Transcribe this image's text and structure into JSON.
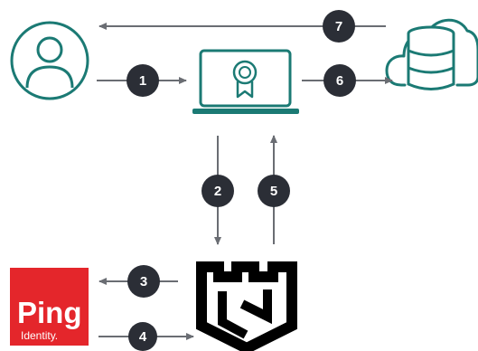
{
  "colors": {
    "teal": "#1b7a74",
    "badge": "#2b2e36",
    "arrow": "#6a6d73",
    "ping_red": "#e4262b",
    "guard_black": "#000000"
  },
  "icons": {
    "user": "user-circle-icon",
    "laptop": "laptop-certificate-icon",
    "cloud": "cloud-database-icon",
    "ping": "ping-identity-logo",
    "guard": "shield-guard-logo"
  },
  "steps": [
    {
      "label": "1"
    },
    {
      "label": "2"
    },
    {
      "label": "3"
    },
    {
      "label": "4"
    },
    {
      "label": "5"
    },
    {
      "label": "6"
    },
    {
      "label": "7"
    }
  ],
  "ping_logo": {
    "word": "Ping",
    "sub": "Identity."
  }
}
